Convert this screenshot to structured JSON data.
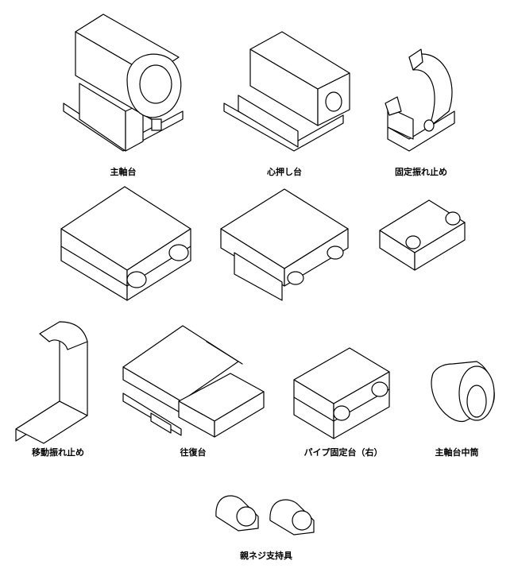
{
  "parts": [
    {
      "id": "main-spindle-base",
      "label": "主軸台"
    },
    {
      "id": "center-rest-base",
      "label": "心押し台"
    },
    {
      "id": "fixed-steady-rest",
      "label": "固定振れ止め"
    },
    {
      "id": "moving-steady-rest",
      "label": "移動振れ止め"
    },
    {
      "id": "reciprocating-base",
      "label": "往復台"
    },
    {
      "id": "pipe-fixed-base-right",
      "label": "パイプ固定台（右）"
    },
    {
      "id": "main-spindle-sleeve",
      "label": "主軸台中筒"
    },
    {
      "id": "lead-screw-support",
      "label": "親ネジ支持具"
    }
  ],
  "colors": {
    "line": "#000000",
    "background": "#ffffff"
  }
}
